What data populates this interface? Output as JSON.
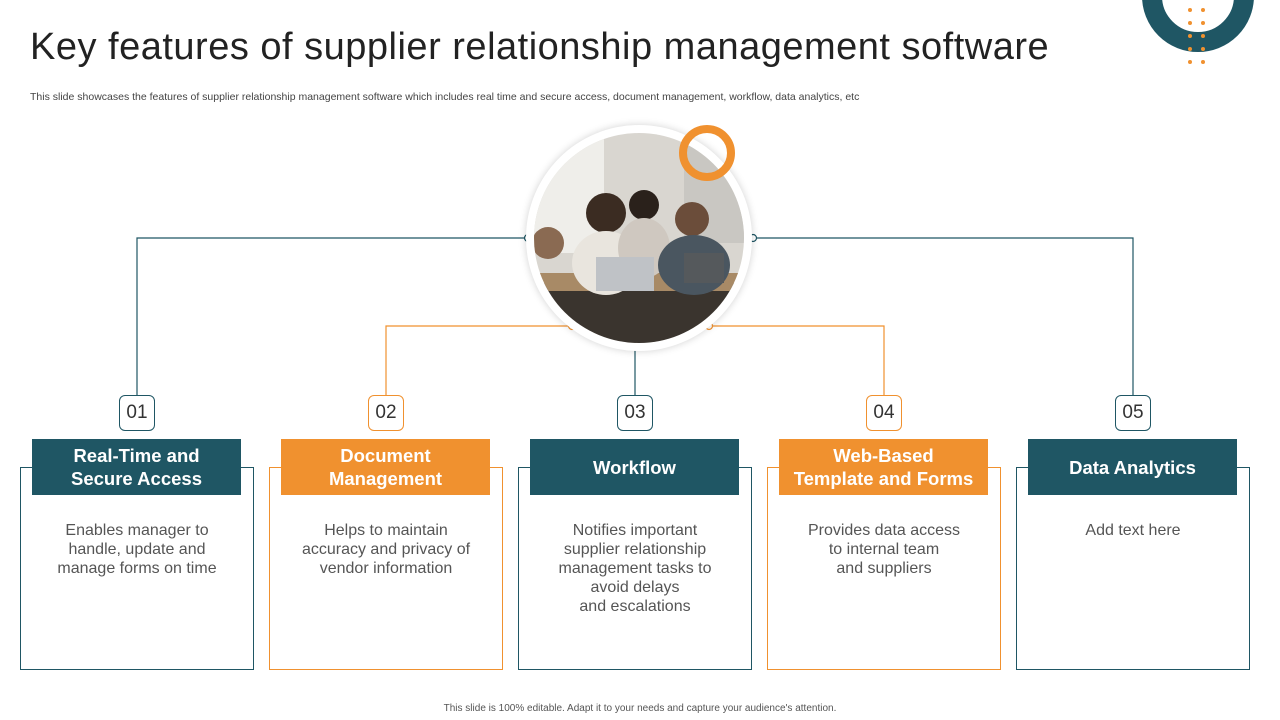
{
  "title": "Key features of supplier relationship management software",
  "subtitle": "This slide showcases the features of supplier relationship management software which includes real time and secure access, document management, workflow, data analytics, etc",
  "footer": "This slide is 100% editable. Adapt it to your needs and capture your audience's attention.",
  "colors": {
    "teal": "#1f5664",
    "orange": "#f0912f"
  },
  "features": [
    {
      "number": "01",
      "title": "Real-Time and\nSecure Access",
      "description": "Enables manager to\nhandle, update and\nmanage forms on time",
      "accent": "teal"
    },
    {
      "number": "02",
      "title": "Document\nManagement",
      "description": "Helps to maintain\naccuracy and privacy of\nvendor information",
      "accent": "orange"
    },
    {
      "number": "03",
      "title": "Workflow",
      "description": "Notifies important\nsupplier relationship\nmanagement tasks to\navoid delays\nand escalations",
      "accent": "teal"
    },
    {
      "number": "04",
      "title": "Web-Based\nTemplate and Forms",
      "description": "Provides data access\nto internal team\nand suppliers",
      "accent": "orange"
    },
    {
      "number": "05",
      "title": "Data Analytics",
      "description": "Add text here",
      "accent": "teal"
    }
  ]
}
